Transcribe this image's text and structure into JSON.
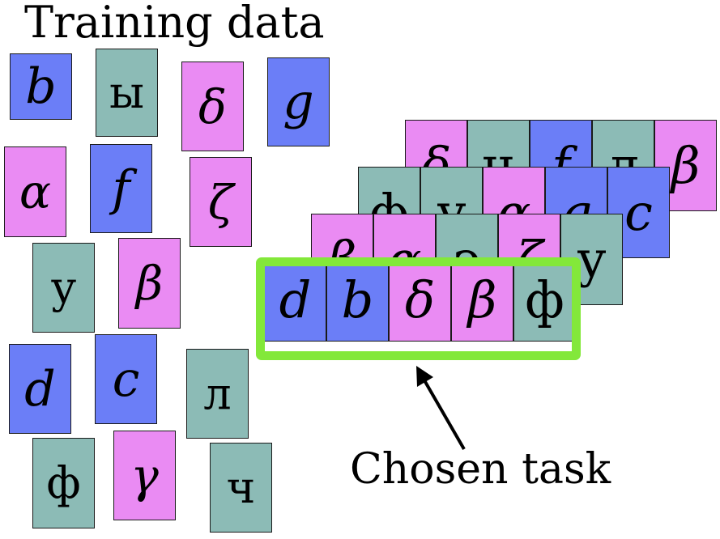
{
  "title": "Training data",
  "caption": "Chosen task",
  "colors": {
    "blue": "#6b7ef7",
    "pink": "#ea8bf3",
    "teal": "#8cbbb6",
    "highlight": "#83e83a"
  },
  "training_cards": [
    {
      "symbol": "b",
      "color": "blue",
      "script": "latin"
    },
    {
      "symbol": "ы",
      "color": "teal",
      "script": "cyr"
    },
    {
      "symbol": "δ",
      "color": "pink",
      "script": "greek"
    },
    {
      "symbol": "g",
      "color": "blue",
      "script": "latin"
    },
    {
      "symbol": "α",
      "color": "pink",
      "script": "greek"
    },
    {
      "symbol": "f",
      "color": "blue",
      "script": "latin"
    },
    {
      "symbol": "ζ",
      "color": "pink",
      "script": "greek"
    },
    {
      "symbol": "у",
      "color": "teal",
      "script": "cyr"
    },
    {
      "symbol": "β",
      "color": "pink",
      "script": "greek"
    },
    {
      "symbol": "d",
      "color": "blue",
      "script": "latin"
    },
    {
      "symbol": "c",
      "color": "blue",
      "script": "latin"
    },
    {
      "symbol": "л",
      "color": "teal",
      "script": "cyr"
    },
    {
      "symbol": "ф",
      "color": "teal",
      "script": "cyr"
    },
    {
      "symbol": "γ",
      "color": "pink",
      "script": "greek"
    },
    {
      "symbol": "ч",
      "color": "teal",
      "script": "cyr"
    }
  ],
  "task_rows": [
    [
      {
        "symbol": "δ",
        "color": "pink",
        "script": "greek"
      },
      {
        "symbol": "ч",
        "color": "teal",
        "script": "cyr"
      },
      {
        "symbol": "f",
        "color": "blue",
        "script": "latin"
      },
      {
        "symbol": "л",
        "color": "teal",
        "script": "cyr"
      },
      {
        "symbol": "β",
        "color": "pink",
        "script": "greek"
      }
    ],
    [
      {
        "symbol": "ф",
        "color": "teal",
        "script": "cyr"
      },
      {
        "symbol": "у",
        "color": "teal",
        "script": "cyr"
      },
      {
        "symbol": "α",
        "color": "pink",
        "script": "greek"
      },
      {
        "symbol": "g",
        "color": "blue",
        "script": "latin"
      },
      {
        "symbol": "c",
        "color": "blue",
        "script": "latin"
      }
    ],
    [
      {
        "symbol": "β",
        "color": "pink",
        "script": "greek"
      },
      {
        "symbol": "α",
        "color": "pink",
        "script": "greek"
      },
      {
        "symbol": "э",
        "color": "teal",
        "script": "cyr"
      },
      {
        "symbol": "ζ",
        "color": "pink",
        "script": "greek"
      },
      {
        "symbol": "у",
        "color": "teal",
        "script": "cyr"
      }
    ],
    [
      {
        "symbol": "d",
        "color": "blue",
        "script": "latin"
      },
      {
        "symbol": "b",
        "color": "blue",
        "script": "latin"
      },
      {
        "symbol": "δ",
        "color": "pink",
        "script": "greek"
      },
      {
        "symbol": "β",
        "color": "pink",
        "script": "greek"
      },
      {
        "symbol": "ф",
        "color": "teal",
        "script": "cyr"
      }
    ]
  ]
}
